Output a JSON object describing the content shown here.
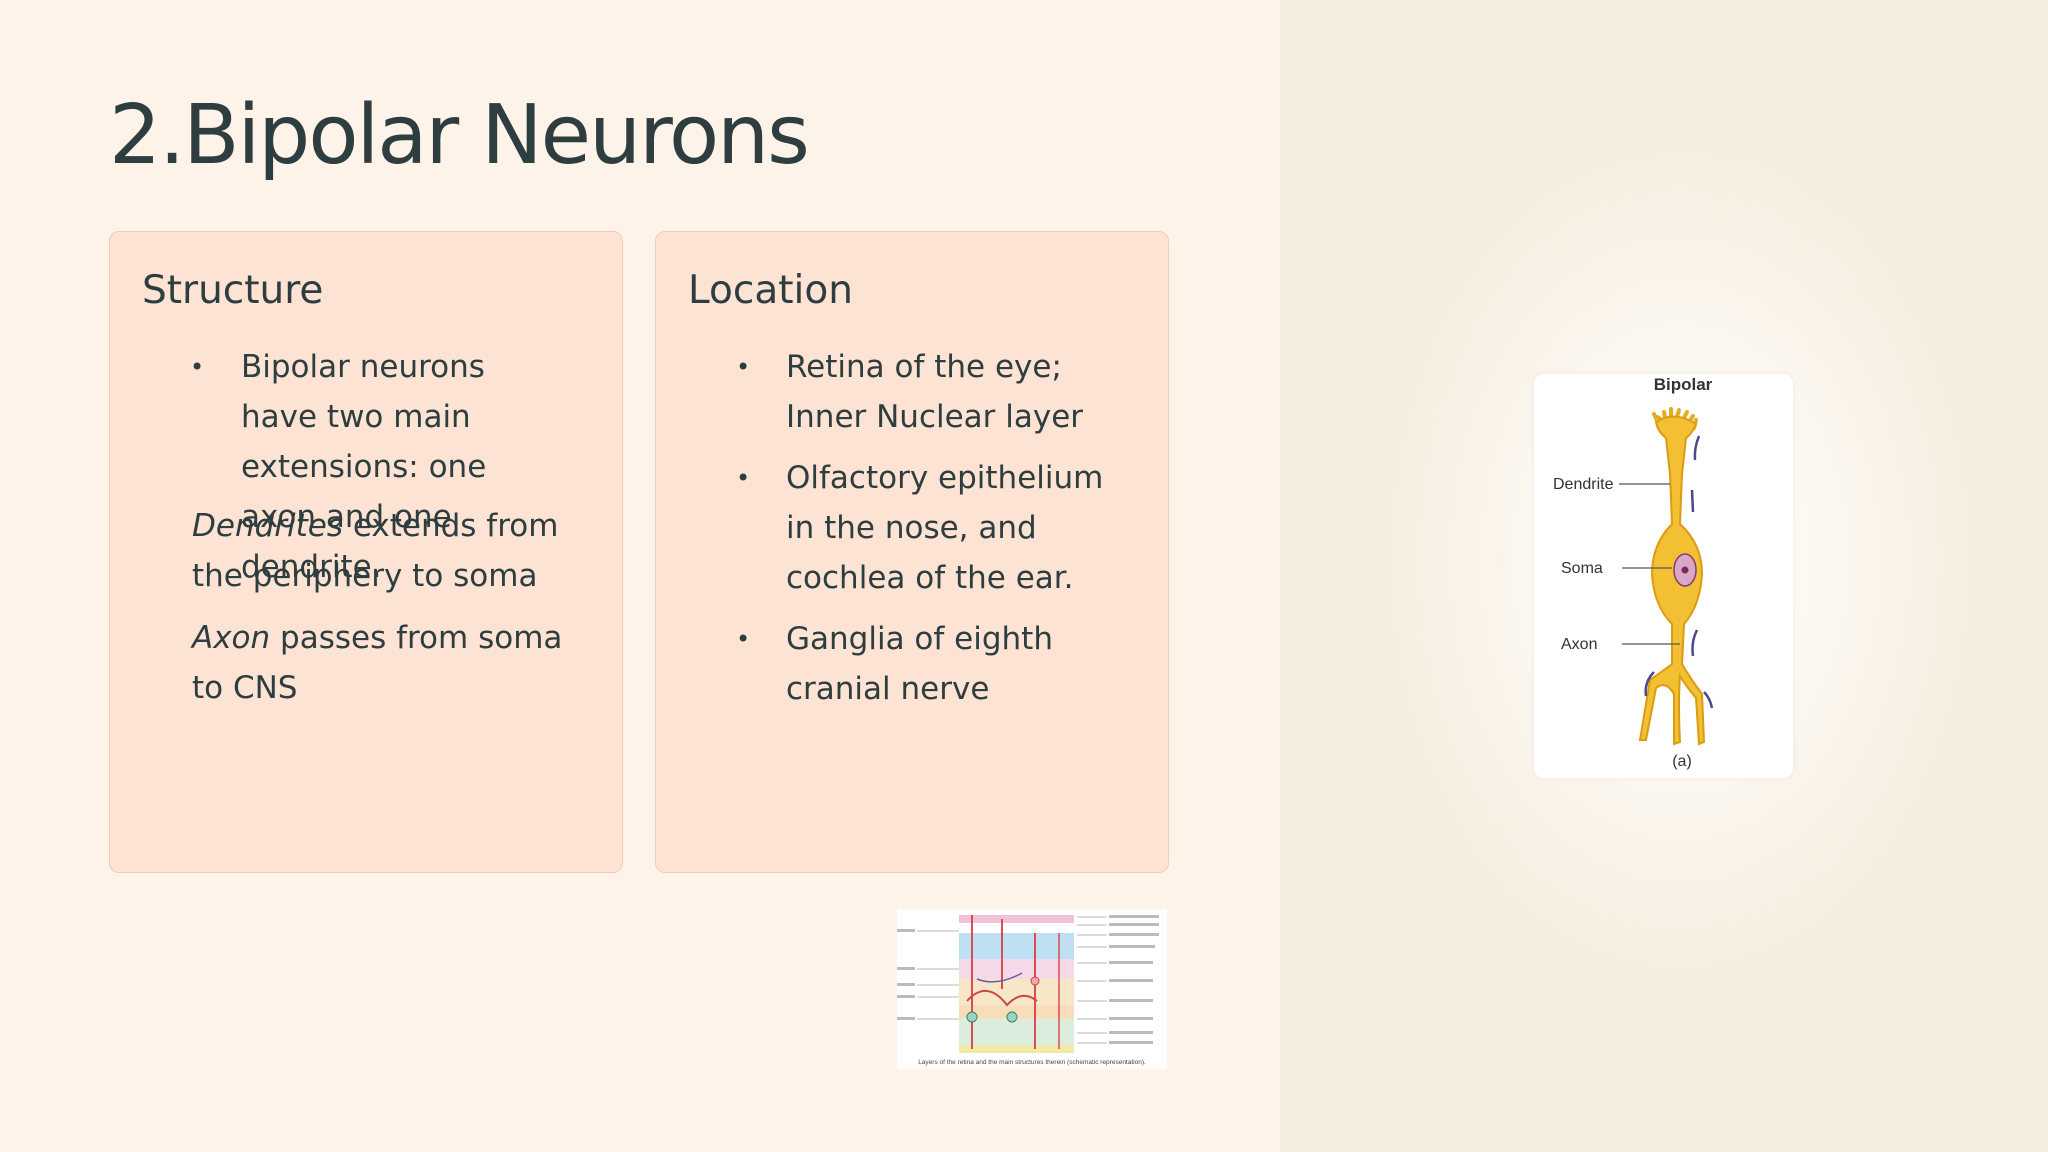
{
  "slide": {
    "title": "2.Bipolar Neurons"
  },
  "structure": {
    "heading": "Structure",
    "bullet": "Bipolar neurons have two main extensions: one axon and one dendrite.",
    "para1_em": "Dendrites",
    "para1_rest": " extends from the periphery to soma",
    "para2_em": "Axon",
    "para2_rest": " passes from soma to CNS"
  },
  "location": {
    "heading": "Location",
    "bullets": [
      "Retina of the eye; Inner Nuclear layer",
      "Olfactory epithelium in the nose, and cochlea of the ear.",
      "Ganglia of eighth cranial nerve"
    ]
  },
  "bipolar_figure": {
    "title": "Bipolar",
    "labels": [
      "Dendrite",
      "Soma",
      "Axon"
    ],
    "caption": "(a)"
  },
  "retina_figure": {
    "caption": "Layers of the retina and the main structures therein (schematic representation)."
  }
}
